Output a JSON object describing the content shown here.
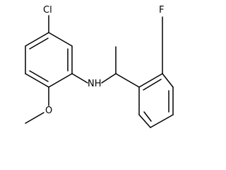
{
  "molecule": {
    "atoms": {
      "chlorine": "Cl",
      "amine": "NH",
      "fluorine": "F",
      "oxygen": "O"
    }
  }
}
